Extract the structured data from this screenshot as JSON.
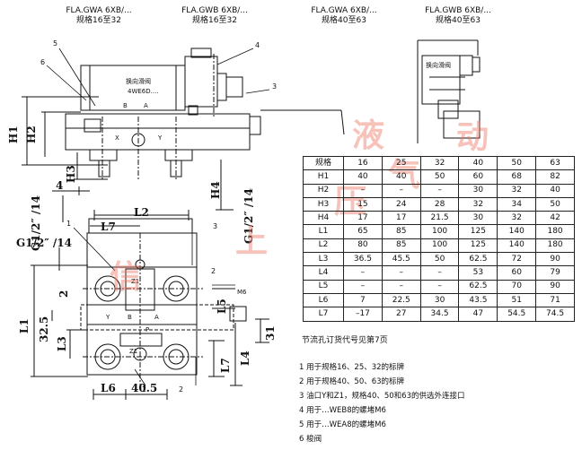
{
  "headers": [
    {
      "model": "FLA.GWA 6XB/...",
      "size": "规格16至32"
    },
    {
      "model": "FLA.GWB 6XB/...",
      "size": "规格16至32"
    },
    {
      "model": "FLA.GWA 6XB/...",
      "size": "规格40至63"
    },
    {
      "model": "FLA.GWB 6XB/...",
      "size": "规格40至63"
    }
  ],
  "drawing": {
    "dims": {
      "h1": "H1",
      "h2": "H2",
      "h3": "H3",
      "h4": "H4",
      "dim4": "4",
      "g_left": "G1/2″ /14",
      "g_right": "G1/2″ /14",
      "l2": "L2",
      "l7_top": "L7",
      "g_mid": "G1/2″ /14",
      "l1": "L1",
      "d32": "32.5",
      "l3": "L3",
      "dim2": "2",
      "l6": "L6",
      "d40": "40.5",
      "l7_bot": "L7",
      "l4": "L4",
      "d31": "31",
      "l5": "L5"
    },
    "callouts": {
      "c1": "1",
      "c2": "2",
      "c3": "3",
      "c4": "4",
      "c5": "5",
      "c6": "6",
      "c3b": "3",
      "c1b": "1",
      "c2b": "2"
    },
    "labels": {
      "valve_cn": "换向滑阀",
      "valve_model": "4WE6D....",
      "x": "X",
      "y": "Y",
      "a": "A",
      "b": "B",
      "p": "P",
      "z1": "Z1",
      "m6": "M6",
      "bot_a": "A",
      "bot_b": "B",
      "bot_y": "Y",
      "bot_z1": "Z1",
      "solenoid_cn": "换向滑阀"
    }
  },
  "table": {
    "header": [
      "规格",
      "16",
      "25",
      "32",
      "40",
      "50",
      "63"
    ],
    "rows": [
      [
        "H1",
        "40",
        "40",
        "50",
        "60",
        "68",
        "82"
      ],
      [
        "H2",
        "–",
        "–",
        "–",
        "30",
        "32",
        "40"
      ],
      [
        "H3",
        "15",
        "24",
        "28",
        "32",
        "34",
        "50"
      ],
      [
        "H4",
        "17",
        "17",
        "21.5",
        "30",
        "32",
        "42"
      ],
      [
        "L1",
        "65",
        "85",
        "100",
        "125",
        "140",
        "180"
      ],
      [
        "L2",
        "80",
        "85",
        "100",
        "125",
        "140",
        "180"
      ],
      [
        "L3",
        "36.5",
        "45.5",
        "50",
        "62.5",
        "72",
        "90"
      ],
      [
        "L4",
        "–",
        "–",
        "–",
        "53",
        "60",
        "79"
      ],
      [
        "L5",
        "–",
        "–",
        "–",
        "62.5",
        "70",
        "90"
      ],
      [
        "L6",
        "7",
        "22.5",
        "30",
        "43.5",
        "51",
        "71"
      ],
      [
        "L7",
        "–17",
        "27",
        "34.5",
        "47",
        "54.5",
        "74.5"
      ]
    ]
  },
  "footnote": "节流孔订货代号见第7页",
  "notes": [
    "1 用于规格16、25、32的标牌",
    "2 用于规格40、50、63的标牌",
    "3 油口Y和Z1，规格40、50和63的供选外连接口",
    "4 用于…WEB8的螺堵M6",
    "5 用于…WEA8的螺堵M6",
    "6 梭阀"
  ],
  "watermark": [
    "液",
    "压",
    "气",
    "动",
    "上",
    "信"
  ]
}
